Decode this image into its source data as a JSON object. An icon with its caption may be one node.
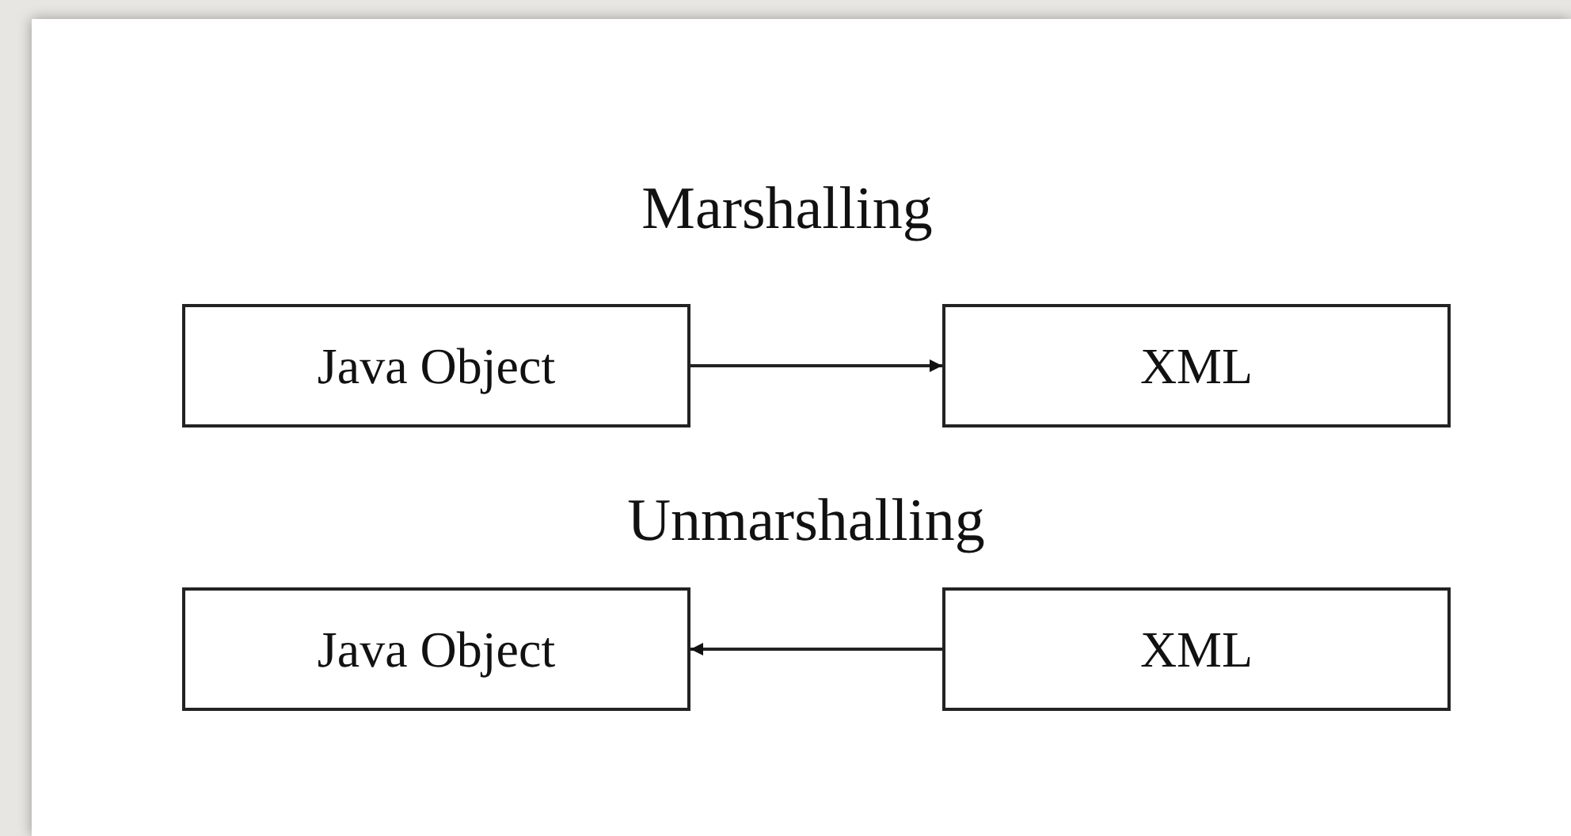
{
  "diagram": {
    "nodes": [
      {
        "text": [
          "Java Object"
        ]
      },
      {
        "text": [
          "XML"
        ]
      },
      {
        "text": [
          "Java Object"
        ]
      },
      {
        "text": [
          "XML"
        ]
      }
    ],
    "edges": [
      {
        "from": 0,
        "to": 1,
        "arrow": "to"
      },
      {
        "from": 3,
        "to": 2,
        "arrow": "to"
      }
    ],
    "labels": [
      "Marshalling",
      "Unmarshalling"
    ]
  }
}
